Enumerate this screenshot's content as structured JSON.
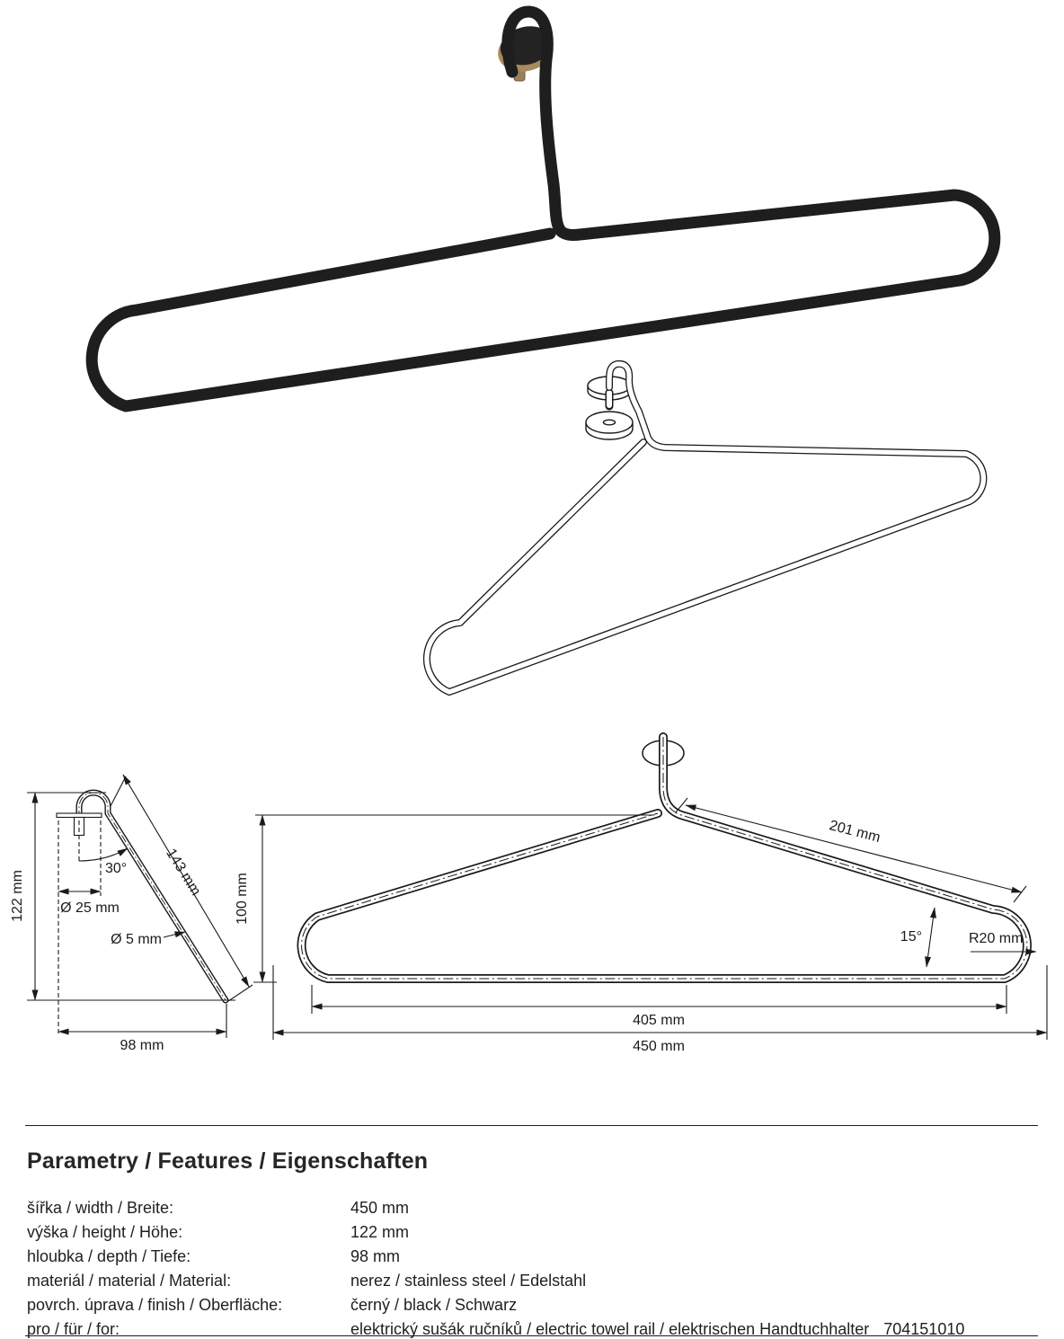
{
  "photo": {
    "wire_color": "#1e1e1e",
    "disc_color": "#1f1f1f",
    "brass_color": "#a98a5e"
  },
  "side_view": {
    "height": "122 mm",
    "angle": "30°",
    "washer_diameter": "Ø 25 mm",
    "wire_diameter": "Ø 5 mm",
    "arm_length": "143 mm",
    "depth": "98 mm"
  },
  "front_view": {
    "height": "100 mm",
    "arm_length": "201 mm",
    "angle": "15°",
    "corner_radius": "R20 mm",
    "inner_width": "405 mm",
    "overall_width": "450 mm"
  },
  "parameters": {
    "heading": "Parametry / Features / Eigenschaften",
    "rows": [
      {
        "label": "šířka / width / Breite:",
        "value": "450 mm"
      },
      {
        "label": "výška / height / Höhe:",
        "value": "122 mm"
      },
      {
        "label": "hloubka / depth / Tiefe:",
        "value": "98 mm"
      },
      {
        "label": "materiál / material / Material:",
        "value": "nerez / stainless steel / Edelstahl"
      },
      {
        "label": "povrch. úprava / finish / Oberfläche:",
        "value": "černý / black / Schwarz"
      },
      {
        "label": "pro / für / for:",
        "value": "elektrický sušák ručníků / electric towel rail / elektrischen Handtuchhalter",
        "code": "704151010"
      }
    ]
  }
}
